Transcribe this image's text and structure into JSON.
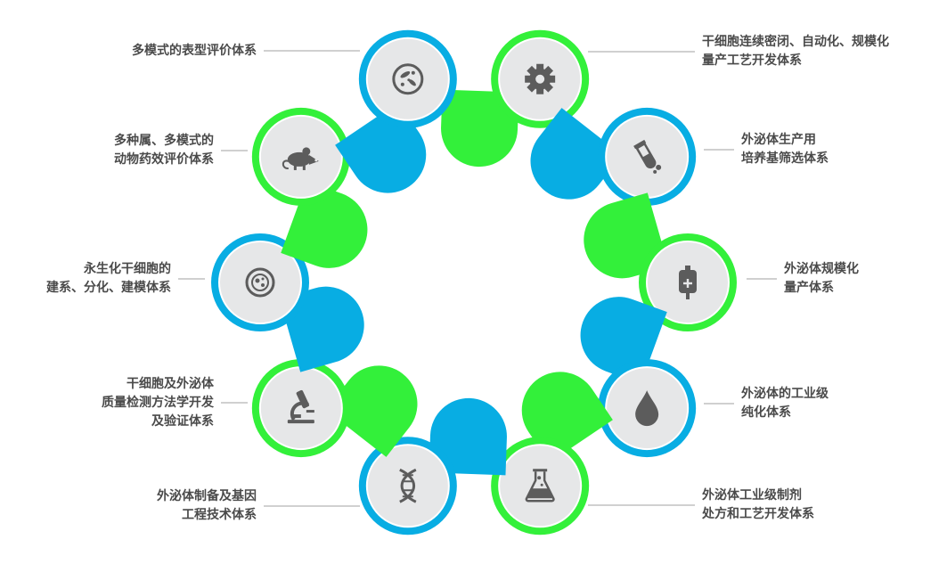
{
  "colors": {
    "green": "#33f03a",
    "blue": "#08ade3",
    "circle_fill": "#e6e7e8",
    "icon": "#5c5c5c",
    "leader": "#b5b5b5",
    "text": "#4a4a4a"
  },
  "modules": [
    {
      "id": "mod-sts",
      "lines": [
        "干细胞连续密闭、自动化、规模化",
        "量产工艺开发体系"
      ],
      "icon": "gear-icon",
      "color": "green"
    },
    {
      "id": "mod-culture",
      "lines": [
        "外泌体生产用",
        "培养基筛选体系"
      ],
      "icon": "test-tube-icon",
      "color": "blue"
    },
    {
      "id": "mod-scale",
      "lines": [
        "外泌体规模化",
        "量产体系"
      ],
      "icon": "blood-bag-icon",
      "color": "green"
    },
    {
      "id": "mod-purify",
      "lines": [
        "外泌体的工业级",
        "纯化体系"
      ],
      "icon": "droplet-icon",
      "color": "blue"
    },
    {
      "id": "mod-formula",
      "lines": [
        "外泌体工业级制剂",
        "处方和工艺开发体系"
      ],
      "icon": "flask-icon",
      "color": "green"
    },
    {
      "id": "mod-gene",
      "lines": [
        "外泌体制备及基因",
        "工程技术体系"
      ],
      "icon": "dna-icon",
      "color": "blue"
    },
    {
      "id": "mod-quality",
      "lines": [
        "干细胞及外泌体",
        "质量检测方法学开发",
        "及验证体系"
      ],
      "icon": "microscope-icon",
      "color": "green"
    },
    {
      "id": "mod-immortal",
      "lines": [
        "永生化干细胞的",
        "建系、分化、建模体系"
      ],
      "icon": "cell-icon",
      "color": "blue"
    },
    {
      "id": "mod-animal",
      "lines": [
        "多种属、多模式的",
        "动物药效评价体系"
      ],
      "icon": "mouse-icon",
      "color": "green"
    },
    {
      "id": "mod-phenotype",
      "lines": [
        "多模式的表型评价体系"
      ],
      "icon": "bacteria-dish-icon",
      "color": "blue"
    }
  ]
}
